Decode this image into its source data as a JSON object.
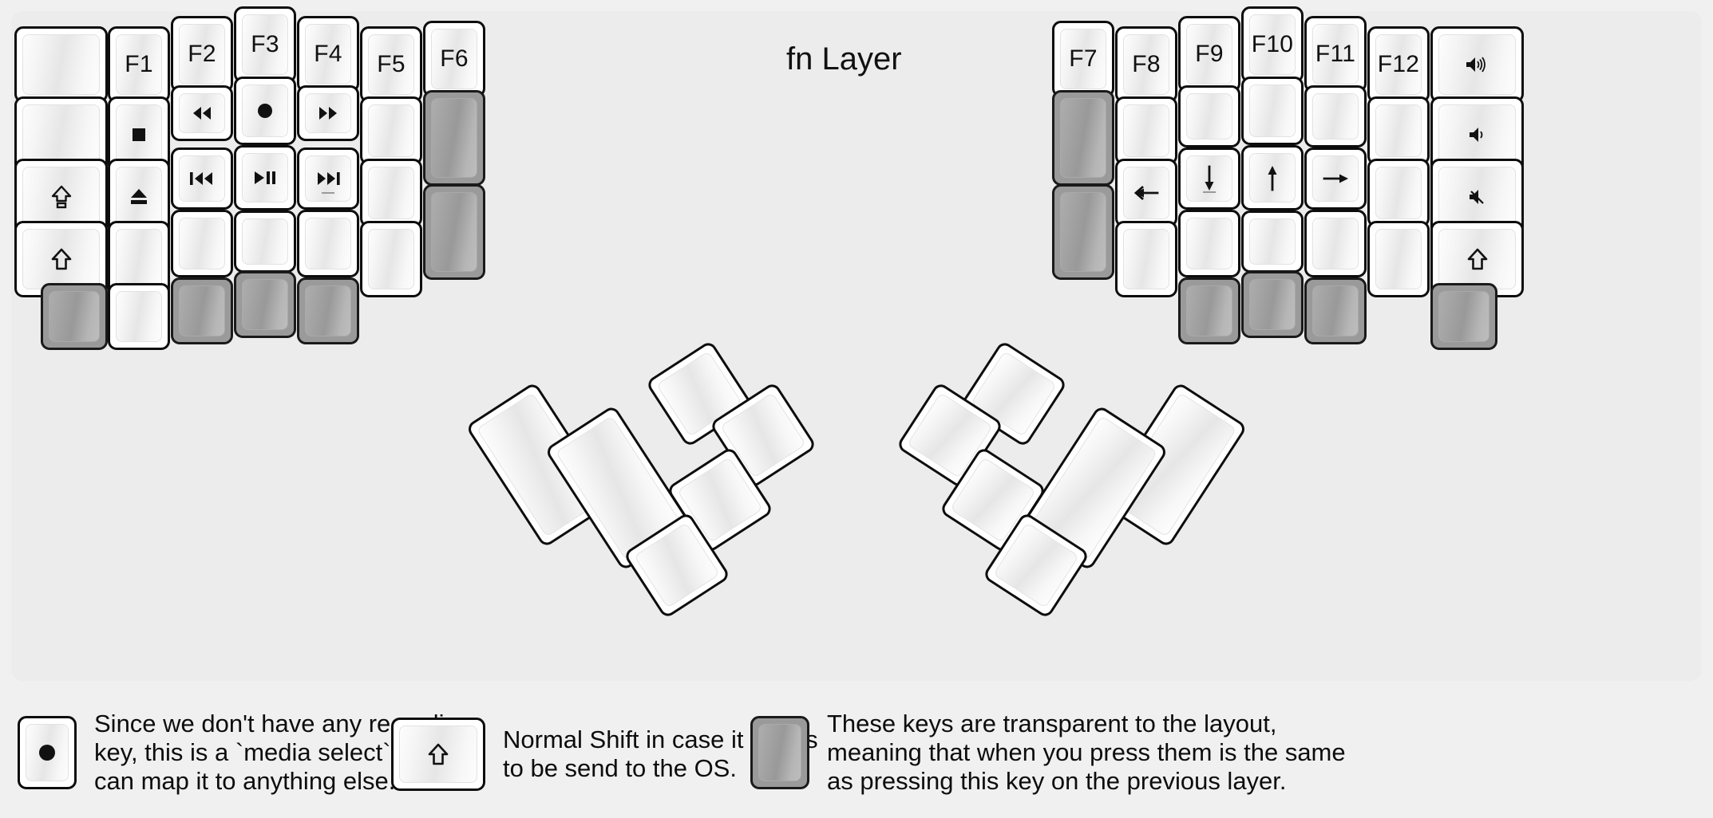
{
  "title": "fn Layer",
  "colors": {
    "background": "#f0f0f0",
    "panel": "#ececec",
    "key_face": "#ffffff",
    "key_border": "#0d0d0d",
    "transparent_key": "#9a9a9a",
    "text": "#111111"
  },
  "left_half": {
    "columns": [
      {
        "name": "col-pinky-outer",
        "keys": [
          {
            "label": "",
            "icon": "",
            "type": "normal"
          },
          {
            "label": "",
            "icon": "",
            "type": "normal"
          },
          {
            "label": "",
            "icon": "caps-lock-icon",
            "type": "normal"
          },
          {
            "label": "",
            "icon": "shift-icon",
            "type": "normal"
          },
          {
            "label": "",
            "icon": "",
            "type": "transparent"
          }
        ]
      },
      {
        "name": "col-pinky",
        "keys": [
          {
            "label": "F1",
            "icon": "",
            "type": "normal"
          },
          {
            "label": "",
            "icon": "media-stop-icon",
            "type": "normal"
          },
          {
            "label": "",
            "icon": "media-eject-icon",
            "type": "normal"
          },
          {
            "label": "",
            "icon": "",
            "type": "normal"
          },
          {
            "label": "",
            "icon": "",
            "type": "normal"
          }
        ]
      },
      {
        "name": "col-ring",
        "keys": [
          {
            "label": "F2",
            "icon": "",
            "type": "normal"
          },
          {
            "label": "",
            "icon": "media-rewind-icon",
            "type": "normal"
          },
          {
            "label": "",
            "icon": "media-previous-icon",
            "type": "normal"
          },
          {
            "label": "",
            "icon": "",
            "type": "normal"
          },
          {
            "label": "",
            "icon": "",
            "type": "transparent"
          }
        ]
      },
      {
        "name": "col-middle",
        "keys": [
          {
            "label": "F3",
            "icon": "",
            "type": "normal"
          },
          {
            "label": "",
            "icon": "media-record-icon",
            "type": "normal"
          },
          {
            "label": "",
            "icon": "media-play-pause-icon",
            "type": "normal"
          },
          {
            "label": "",
            "icon": "",
            "type": "normal"
          },
          {
            "label": "",
            "icon": "",
            "type": "transparent"
          }
        ]
      },
      {
        "name": "col-index",
        "keys": [
          {
            "label": "F4",
            "icon": "",
            "type": "normal"
          },
          {
            "label": "",
            "icon": "media-fast-forward-icon",
            "type": "normal"
          },
          {
            "label": "",
            "icon": "media-next-icon",
            "type": "normal"
          },
          {
            "label": "",
            "icon": "",
            "type": "normal"
          },
          {
            "label": "",
            "icon": "",
            "type": "transparent"
          }
        ]
      },
      {
        "name": "col-index-inner",
        "keys": [
          {
            "label": "F5",
            "icon": "",
            "type": "normal"
          },
          {
            "label": "",
            "icon": "",
            "type": "normal"
          },
          {
            "label": "",
            "icon": "",
            "type": "normal"
          },
          {
            "label": "",
            "icon": "",
            "type": "normal"
          }
        ]
      },
      {
        "name": "col-inner-extra",
        "keys": [
          {
            "label": "F6",
            "icon": "",
            "type": "normal"
          },
          {
            "label": "",
            "icon": "",
            "type": "transparent"
          },
          {
            "label": "",
            "icon": "",
            "type": "transparent"
          }
        ]
      }
    ],
    "thumb_cluster": [
      {
        "name": "thumb-1",
        "label": "",
        "type": "normal"
      },
      {
        "name": "thumb-2",
        "label": "",
        "type": "normal"
      },
      {
        "name": "thumb-3",
        "label": "",
        "type": "normal"
      },
      {
        "name": "thumb-4",
        "label": "",
        "type": "normal"
      },
      {
        "name": "thumb-5",
        "label": "",
        "type": "normal"
      },
      {
        "name": "thumb-6",
        "label": "",
        "type": "normal"
      }
    ]
  },
  "right_half": {
    "columns": [
      {
        "name": "col-index-inner",
        "keys": [
          {
            "label": "F7",
            "icon": "",
            "type": "normal"
          },
          {
            "label": "",
            "icon": "",
            "type": "transparent"
          },
          {
            "label": "",
            "icon": "",
            "type": "transparent"
          }
        ]
      },
      {
        "name": "col-index",
        "keys": [
          {
            "label": "F8",
            "icon": "",
            "type": "normal"
          },
          {
            "label": "",
            "icon": "",
            "type": "normal"
          },
          {
            "label": "",
            "icon": "arrow-left-icon",
            "type": "normal"
          },
          {
            "label": "",
            "icon": "",
            "type": "normal"
          }
        ]
      },
      {
        "name": "col-middle",
        "keys": [
          {
            "label": "F9",
            "icon": "",
            "type": "normal"
          },
          {
            "label": "",
            "icon": "",
            "type": "normal"
          },
          {
            "label": "",
            "icon": "arrow-down-icon",
            "type": "normal"
          },
          {
            "label": "",
            "icon": "",
            "type": "normal"
          },
          {
            "label": "",
            "icon": "",
            "type": "transparent"
          }
        ]
      },
      {
        "name": "col-ring",
        "keys": [
          {
            "label": "F10",
            "icon": "",
            "type": "normal"
          },
          {
            "label": "",
            "icon": "",
            "type": "normal"
          },
          {
            "label": "",
            "icon": "arrow-up-icon",
            "type": "normal"
          },
          {
            "label": "",
            "icon": "",
            "type": "normal"
          },
          {
            "label": "",
            "icon": "",
            "type": "transparent"
          }
        ]
      },
      {
        "name": "col-pinky",
        "keys": [
          {
            "label": "F11",
            "icon": "",
            "type": "normal"
          },
          {
            "label": "",
            "icon": "",
            "type": "normal"
          },
          {
            "label": "",
            "icon": "arrow-right-icon",
            "type": "normal"
          },
          {
            "label": "",
            "icon": "",
            "type": "normal"
          },
          {
            "label": "",
            "icon": "",
            "type": "transparent"
          }
        ]
      },
      {
        "name": "col-pinky-2",
        "keys": [
          {
            "label": "F12",
            "icon": "",
            "type": "normal"
          },
          {
            "label": "",
            "icon": "",
            "type": "normal"
          },
          {
            "label": "",
            "icon": "",
            "type": "normal"
          },
          {
            "label": "",
            "icon": "",
            "type": "normal"
          }
        ]
      },
      {
        "name": "col-pinky-outer",
        "keys": [
          {
            "label": "",
            "icon": "volume-up-icon",
            "type": "normal"
          },
          {
            "label": "",
            "icon": "volume-down-icon",
            "type": "normal"
          },
          {
            "label": "",
            "icon": "volume-mute-icon",
            "type": "normal"
          },
          {
            "label": "",
            "icon": "shift-icon",
            "type": "normal"
          },
          {
            "label": "",
            "icon": "",
            "type": "transparent"
          }
        ]
      }
    ],
    "thumb_cluster": [
      {
        "name": "thumb-1",
        "label": "",
        "type": "normal"
      },
      {
        "name": "thumb-2",
        "label": "",
        "type": "normal"
      },
      {
        "name": "thumb-3",
        "label": "",
        "type": "normal"
      },
      {
        "name": "thumb-4",
        "label": "",
        "type": "normal"
      },
      {
        "name": "thumb-5",
        "label": "",
        "type": "normal"
      },
      {
        "name": "thumb-6",
        "label": "",
        "type": "normal"
      }
    ]
  },
  "legend_items": [
    {
      "icon": "media-record-icon",
      "key_type": "normal",
      "text": "Since we don't have any recording\nkey, this is a `media select` so user\ncan map it to anything else."
    },
    {
      "icon": "shift-icon",
      "key_type": "normal",
      "text": "Normal Shift in case it needs\nto be send to the OS."
    },
    {
      "icon": "",
      "key_type": "transparent",
      "text": "These keys are transparent to the layout,\nmeaning that when you press them is the same\nas pressing this key on the previous layer."
    }
  ]
}
